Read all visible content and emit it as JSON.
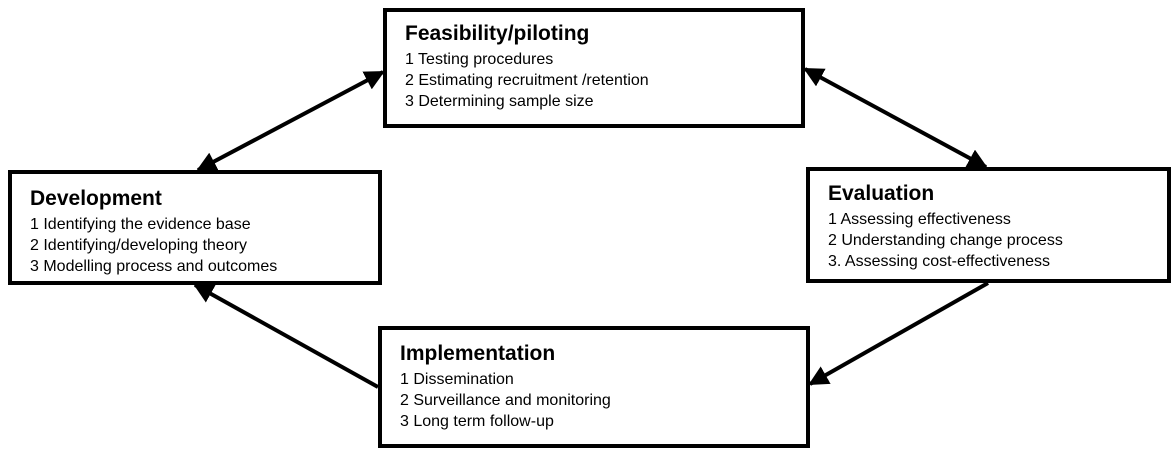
{
  "boxes": {
    "feasibility": {
      "title": "Feasibility/piloting",
      "items": [
        "1 Testing procedures",
        "2 Estimating recruitment /retention",
        "3 Determining sample size"
      ]
    },
    "development": {
      "title": "Development",
      "items": [
        "1 Identifying the evidence base",
        "2 Identifying/developing theory",
        "3 Modelling process and outcomes"
      ]
    },
    "evaluation": {
      "title": "Evaluation",
      "items": [
        "1 Assessing effectiveness",
        "2 Understanding change process",
        "3. Assessing cost-effectiveness"
      ]
    },
    "implementation": {
      "title": "Implementation",
      "items": [
        "1 Dissemination",
        "2 Surveillance and monitoring",
        "3 Long term follow-up"
      ]
    }
  },
  "arrows": [
    {
      "from": "development",
      "to": "feasibility",
      "bidirectional": true
    },
    {
      "from": "feasibility",
      "to": "evaluation",
      "bidirectional": true
    },
    {
      "from": "evaluation",
      "to": "implementation",
      "bidirectional": false
    },
    {
      "from": "implementation",
      "to": "development",
      "bidirectional": false
    }
  ],
  "colors": {
    "line": "#000000",
    "box_fill": "#ffffff"
  }
}
